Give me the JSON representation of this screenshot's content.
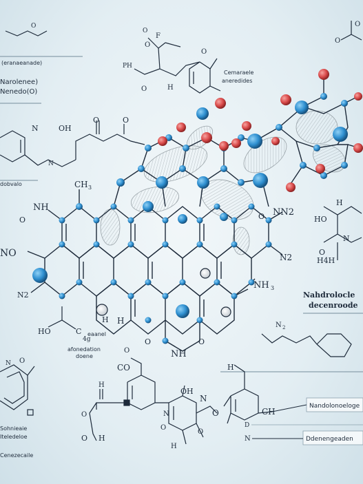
{
  "colors": {
    "background": "#e2edf2",
    "bond": "#1d2a3a",
    "atom_blue": "#2e8fd0",
    "atom_red": "#d94a4a",
    "orbital": "#9aa5ac"
  },
  "labels": {
    "tl_header_1": "(eranaeanade)",
    "tl_header_2": "Narolenee)",
    "tl_header_3": "Nenedo(O)",
    "tl_n": "N",
    "tl_oh": "OH",
    "tl_o": "O",
    "tl_small_label": "dobvalo",
    "top_o_letter": "O",
    "top_f": "F",
    "top_ph": "PH",
    "top_o_left": "O",
    "top_h": "H",
    "top_ome": "Cemaraele",
    "top_sub": "aneredides",
    "mid_ch3": "CH",
    "mid_3": "3",
    "mid_nh": "NH",
    "mid_o_left": "O",
    "mid_no": "NO",
    "mid_n2_left": "N2",
    "mid_o_n": "O",
    "mid_nn2_right": "NN2",
    "mid_n2_right": "N2",
    "mid_nh3": "NH",
    "mid_nh3_sub": "3",
    "bl_ho": "HO",
    "bl_c": "C",
    "bl_h": "H",
    "bl_4g": "4g",
    "bl_ceanel": "eaanel",
    "bl_descr_1": "afonedation",
    "bl_descr_2": "doene",
    "bot_co": "CO",
    "bot_nh2": "NH",
    "bot_o_n": "O",
    "bot_h": "H",
    "bot_o": "O",
    "bot_oh": "OH",
    "bot_n_o": "N",
    "bot_ch3": "CH",
    "bot_h3": "H",
    "bot_oeh": "O",
    "bot_left_h": "H",
    "r_h": "H",
    "r_ho": "HO",
    "r_n": "N",
    "r_o": "O",
    "r_h4h": "H4H",
    "r_title_1": "Nahdrolocle",
    "r_title_2": "decenroode",
    "r_n2": "N",
    "r_n2_sub": "2",
    "r_box1": "Nandolonoeloge",
    "r_box2": "Ddenengeaden",
    "r_d": "D",
    "r_n_bottom": "N",
    "bl_label_1": "Sohnieaie",
    "bl_label_2": "Iteledeloe",
    "bl_label_3": "Cenezecaile",
    "tr_o": "O"
  }
}
